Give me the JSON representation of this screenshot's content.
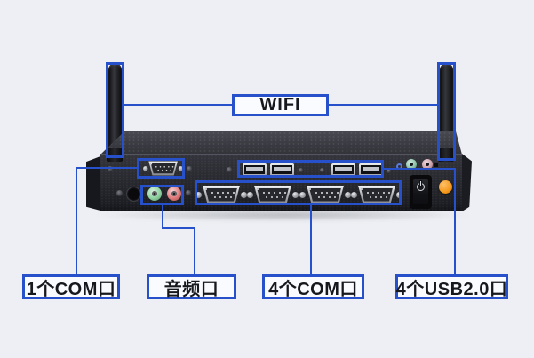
{
  "colors": {
    "background": "#edeff4",
    "accent_blue": "#2750cb",
    "chassis_dark": "#26272d",
    "orange_button": "#f5991d",
    "audio_jack_green": "#8fd3a0",
    "audio_jack_red": "#e07a7a"
  },
  "callouts": {
    "wifi": {
      "label": "WIFI"
    },
    "com1": {
      "label": "1个COM口"
    },
    "audio": {
      "label": "音频口"
    },
    "com4": {
      "label": "4个COM口"
    },
    "usb": {
      "label": "4个USB2.0口"
    }
  },
  "device": {
    "antenna_count": 2,
    "ports": {
      "single_com": 1,
      "audio_jacks": 2,
      "com_row": 4,
      "usb2": 4
    },
    "controls": {
      "power_switch": 1,
      "orange_button": 1
    }
  }
}
